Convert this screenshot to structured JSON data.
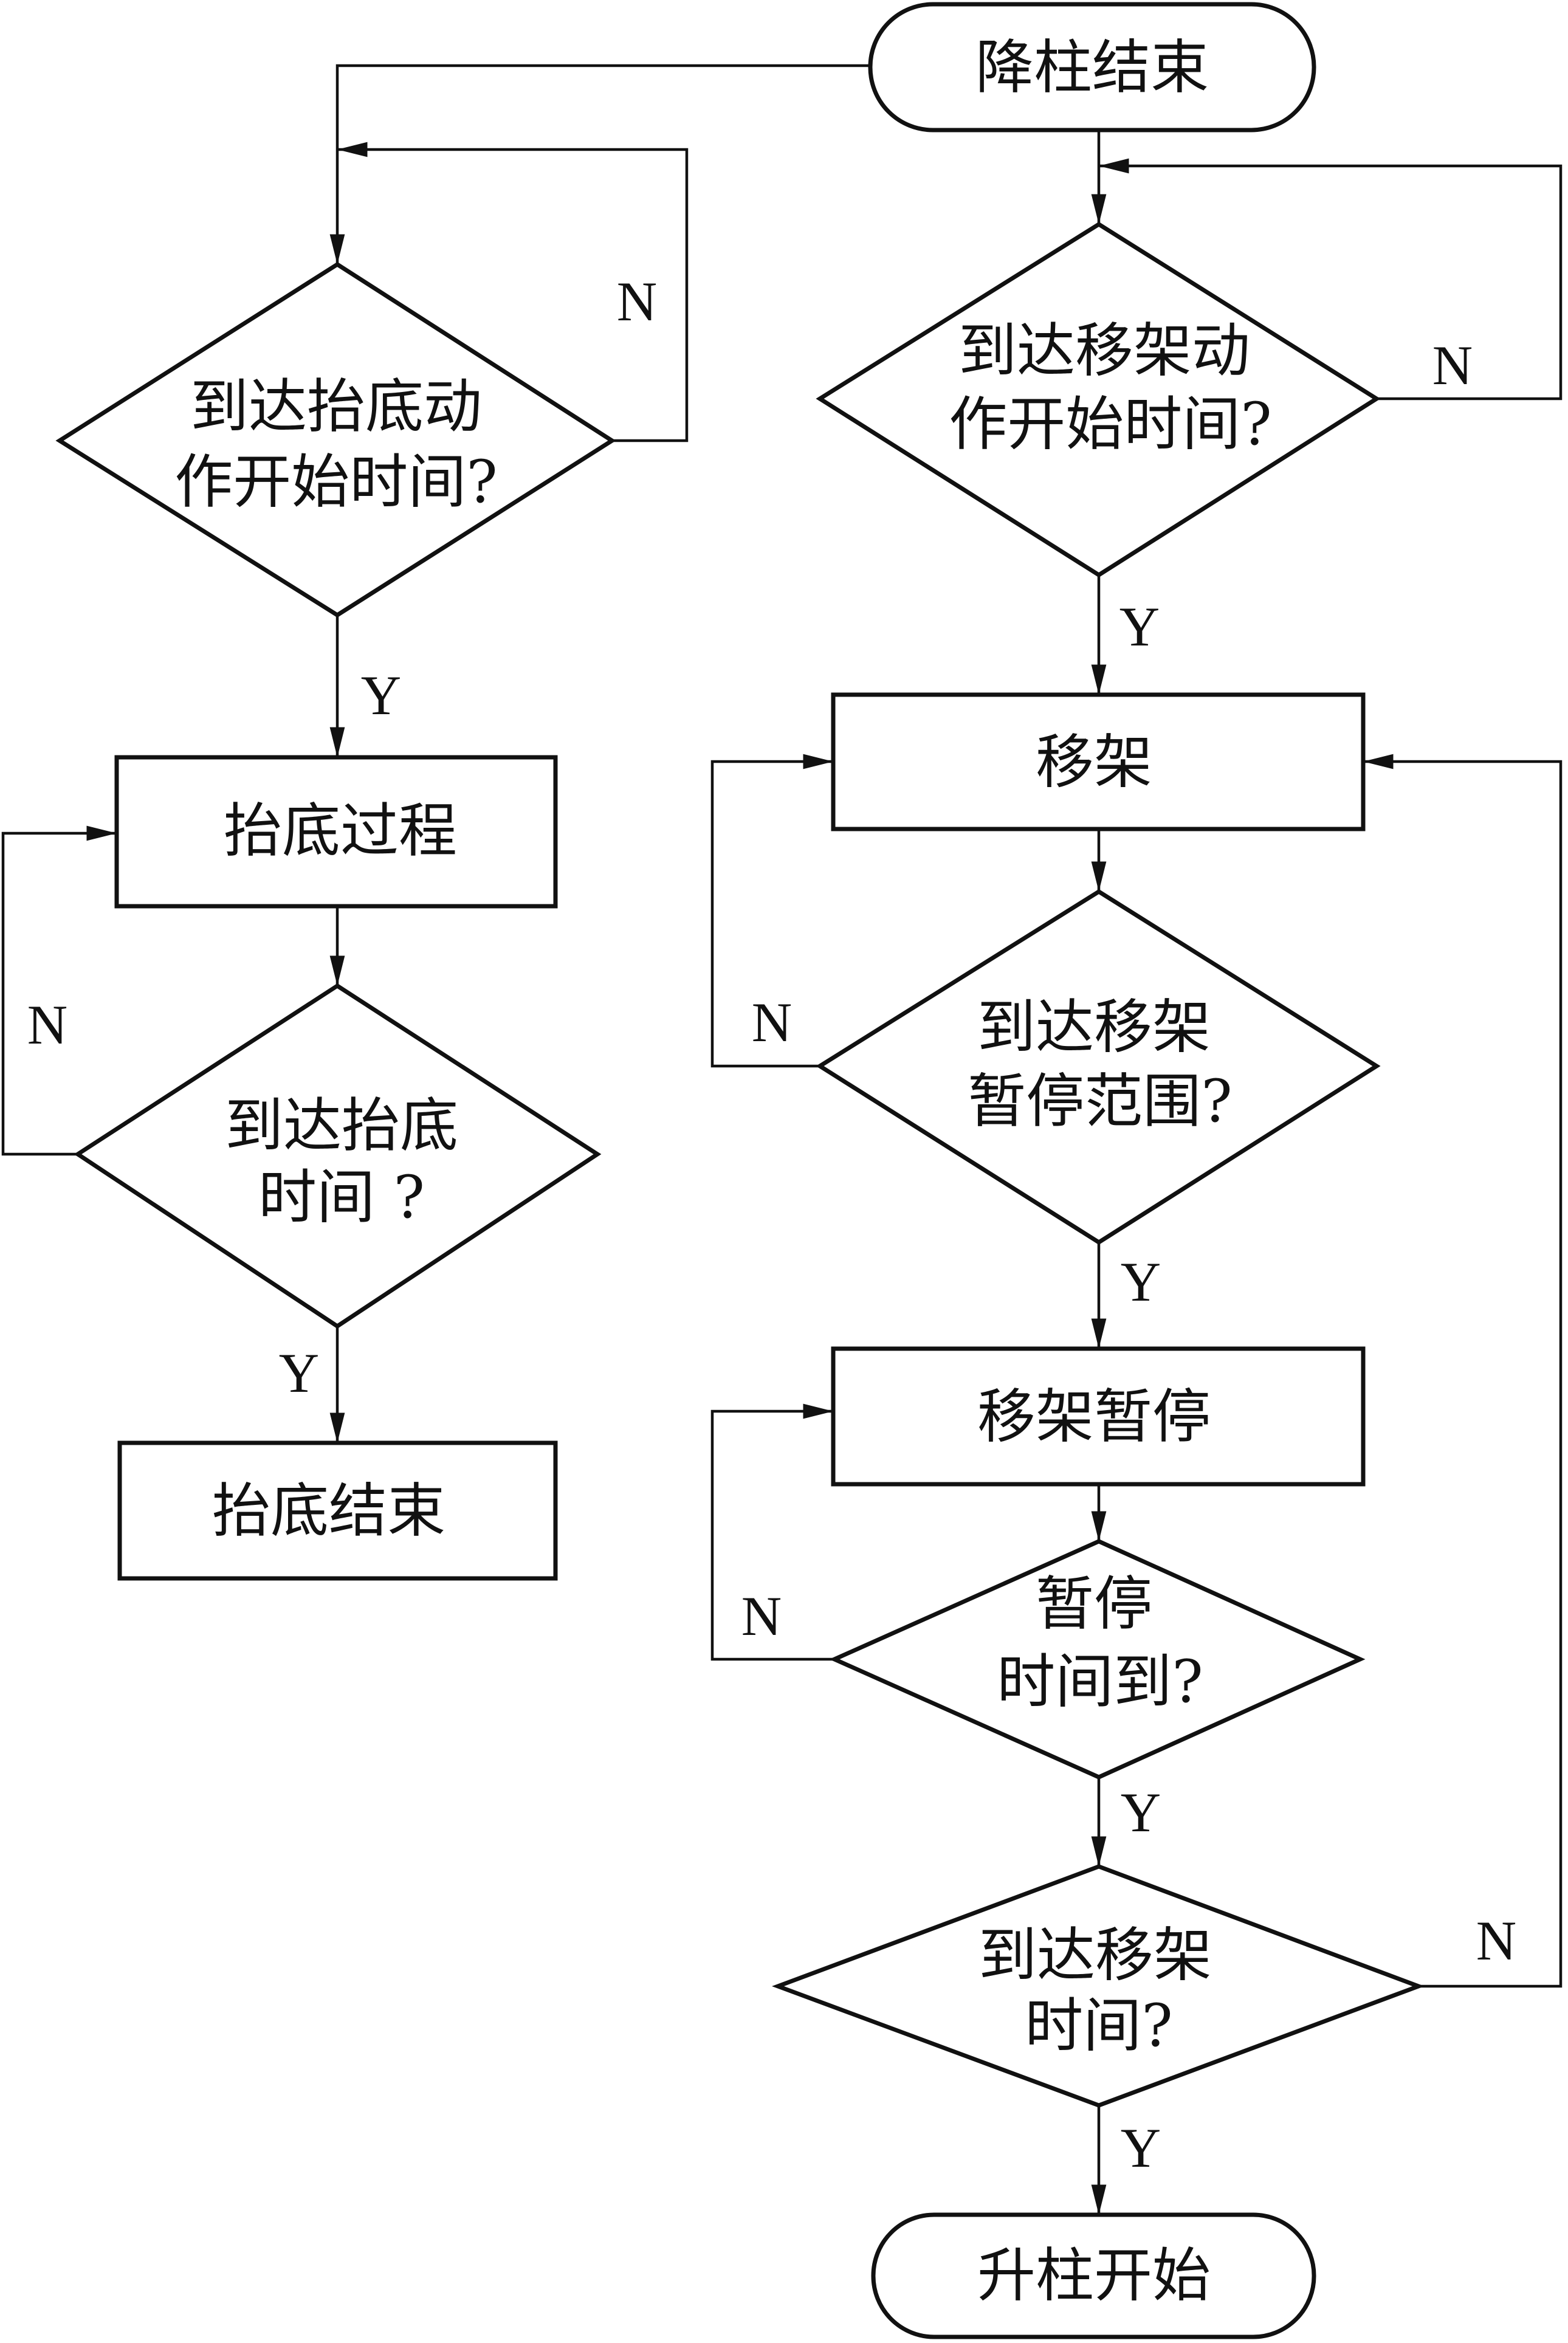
{
  "diagram": {
    "type": "flowchart",
    "nodes": {
      "start": {
        "kind": "terminal",
        "lines": [
          "降柱结束"
        ]
      },
      "lift_decision_start": {
        "kind": "decision",
        "lines": [
          "到达抬底动",
          "作开始时间?"
        ]
      },
      "lift_process": {
        "kind": "process",
        "lines": [
          "抬底过程"
        ]
      },
      "lift_decision_time": {
        "kind": "decision",
        "lines": [
          "到达抬底",
          "时间 ?"
        ]
      },
      "lift_end": {
        "kind": "process",
        "lines": [
          "抬底结束"
        ]
      },
      "move_decision_start": {
        "kind": "decision",
        "lines": [
          "到达移架动",
          "作开始时间?"
        ]
      },
      "move_process": {
        "kind": "process",
        "lines": [
          "移架"
        ]
      },
      "move_decision_pause_range": {
        "kind": "decision",
        "lines": [
          "到达移架",
          "暂停范围?"
        ]
      },
      "move_pause": {
        "kind": "process",
        "lines": [
          "移架暂停"
        ]
      },
      "pause_decision_time": {
        "kind": "decision",
        "lines": [
          "暂停",
          "时间到?"
        ]
      },
      "move_decision_time": {
        "kind": "decision",
        "lines": [
          "到达移架",
          "时间?"
        ]
      },
      "end": {
        "kind": "terminal",
        "lines": [
          "升柱开始"
        ]
      }
    },
    "edge_labels": {
      "yes": "Y",
      "no": "N"
    },
    "edges": [
      {
        "from": "start",
        "to": "lift_decision_start",
        "label": ""
      },
      {
        "from": "start",
        "to": "move_decision_start",
        "label": ""
      },
      {
        "from": "lift_decision_start",
        "to": "lift_decision_start",
        "label": "N"
      },
      {
        "from": "lift_decision_start",
        "to": "lift_process",
        "label": "Y"
      },
      {
        "from": "lift_process",
        "to": "lift_decision_time",
        "label": ""
      },
      {
        "from": "lift_decision_time",
        "to": "lift_process",
        "label": "N"
      },
      {
        "from": "lift_decision_time",
        "to": "lift_end",
        "label": "Y"
      },
      {
        "from": "move_decision_start",
        "to": "move_decision_start",
        "label": "N"
      },
      {
        "from": "move_decision_start",
        "to": "move_process",
        "label": "Y"
      },
      {
        "from": "move_process",
        "to": "move_decision_pause_range",
        "label": ""
      },
      {
        "from": "move_decision_pause_range",
        "to": "move_process",
        "label": "N"
      },
      {
        "from": "move_decision_pause_range",
        "to": "move_pause",
        "label": "Y"
      },
      {
        "from": "move_pause",
        "to": "pause_decision_time",
        "label": ""
      },
      {
        "from": "pause_decision_time",
        "to": "move_pause",
        "label": "N"
      },
      {
        "from": "pause_decision_time",
        "to": "move_decision_time",
        "label": "Y"
      },
      {
        "from": "move_decision_time",
        "to": "move_process",
        "label": "N"
      },
      {
        "from": "move_decision_time",
        "to": "end",
        "label": "Y"
      }
    ]
  }
}
